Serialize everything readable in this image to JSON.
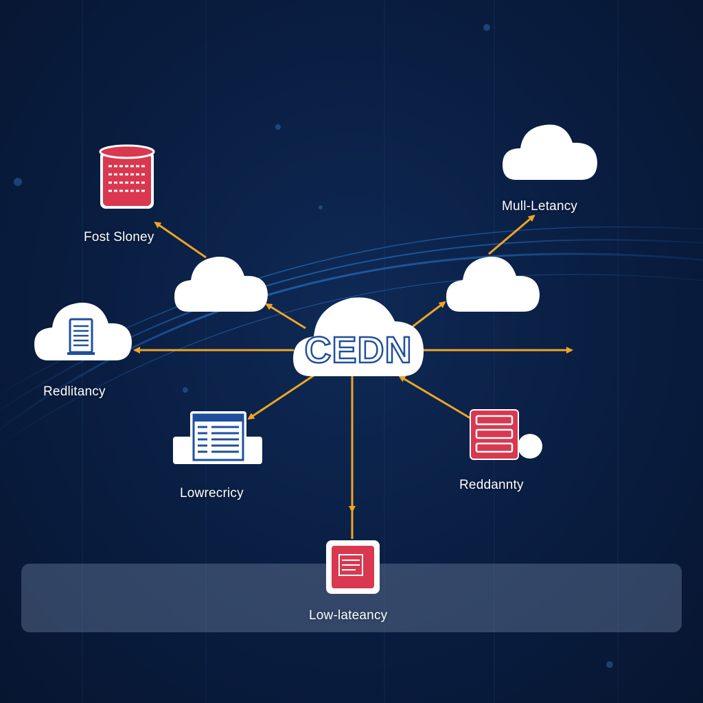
{
  "hub": {
    "label": "CEDN"
  },
  "nodes": [
    {
      "id": "storage",
      "label": "Fost Sloney",
      "icon": "database-icon"
    },
    {
      "id": "multi",
      "label": "Mull-Letancy",
      "icon": "cloud-icon"
    },
    {
      "id": "redlitancy",
      "label": "Redlitancy",
      "icon": "cloud-server-icon"
    },
    {
      "id": "lowrecricy",
      "label": "Lowrecricy",
      "icon": "browser-window-icon"
    },
    {
      "id": "redundancy",
      "label": "Reddannty",
      "icon": "server-rack-icon"
    },
    {
      "id": "lowlatency",
      "label": "Low-lateancy",
      "icon": "document-icon"
    }
  ],
  "colors": {
    "background": "#0a1f44",
    "arrow": "#f0a524",
    "cloud": "#ffffff",
    "accent": "#d9384f",
    "icon_blue": "#1f4f9c"
  }
}
